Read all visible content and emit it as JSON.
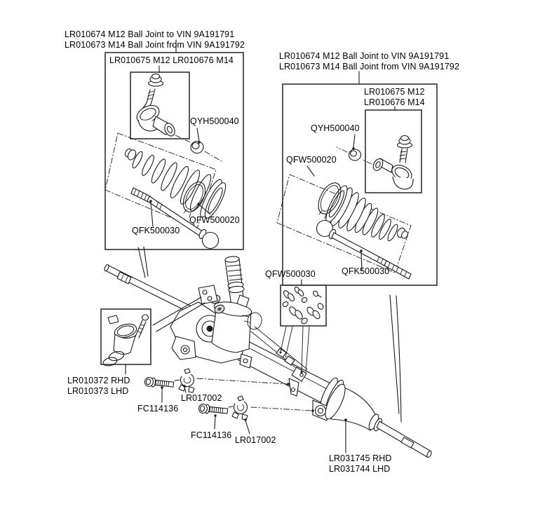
{
  "part_labels": {
    "left_kit": {
      "vin_note_1": "LR010674 M12 Ball Joint to VIN 9A191791",
      "vin_note_2": "LR010673 M14 Ball Joint from VIN 9A191792",
      "ball_joint_kit": "LR010675 M12 LR010676 M14",
      "lock_nut": "QYH500040",
      "boot_clamp": "QFW500020",
      "inner_tie_rod": "QFK500030"
    },
    "right_kit": {
      "vin_note_1": "LR010674 M12 Ball Joint to VIN 9A191791",
      "vin_note_2": "LR010673 M14 Ball Joint from VIN 9A191792",
      "ball_joint_kit_1": "LR010675 M12",
      "ball_joint_kit_2": "LR010676 M14",
      "lock_nut": "QYH500040",
      "boot_clamp": "QFW500020",
      "inner_tie_rod": "QFK500030",
      "pipe_fitting_kit": "QFW500030"
    },
    "sensor_rhd": "LR010372 RHD",
    "sensor_lhd": "LR010373 LHD",
    "bolt_1": "FC114136",
    "bolt_2": "FC114136",
    "clamp_1": "LR017002",
    "clamp_2": "LR017002",
    "rack_rhd": "LR031745 RHD",
    "rack_lhd": "LR031744 LHD"
  },
  "colors": {
    "line": "#1a1a1a",
    "box_border": "#3c3c3c",
    "background": "#ffffff",
    "text": "#000000"
  }
}
